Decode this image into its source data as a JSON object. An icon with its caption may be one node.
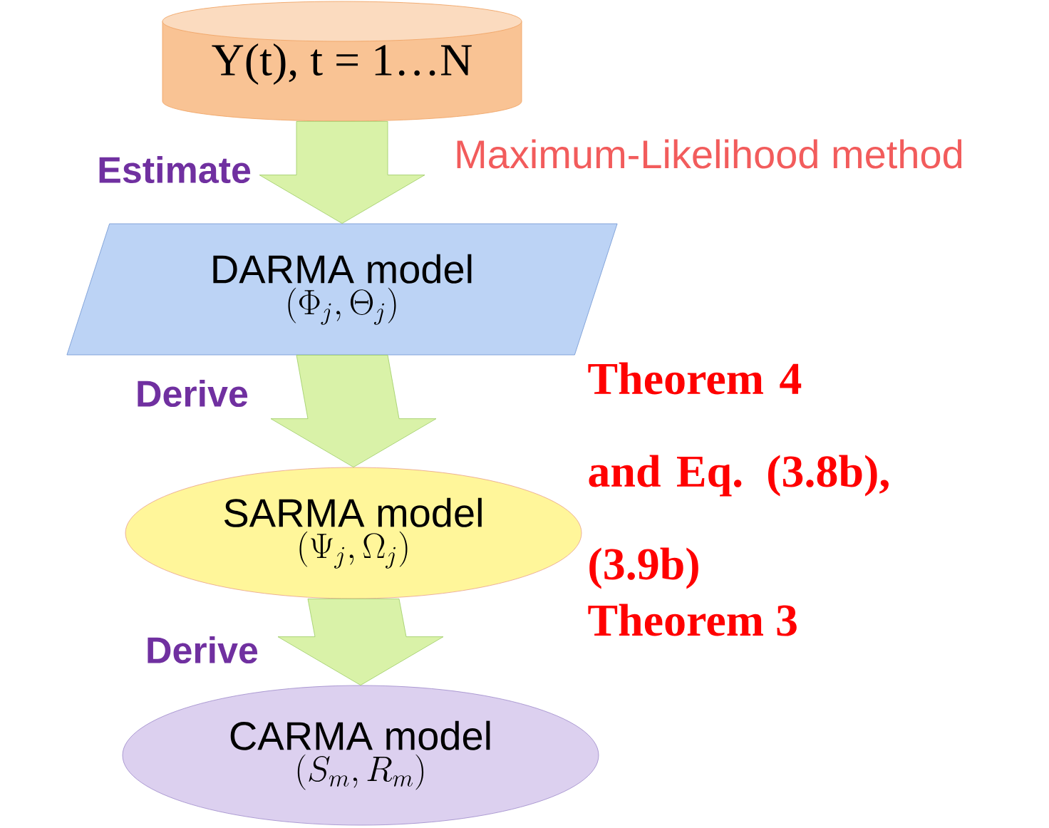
{
  "diagram": {
    "nodes": [
      {
        "text": [
          "Y(t), t = 1…N"
        ]
      },
      {
        "text": [
          "DARMA model",
          "(\\Phi_j, \\Theta_j)"
        ]
      },
      {
        "text": [
          "SARMA model",
          "(\\Psi_j, \\Omega_j)"
        ]
      },
      {
        "text": [
          "CARMA model",
          "(S_m, R_m)"
        ]
      }
    ],
    "edges": [
      {
        "from": 0,
        "to": 1,
        "arrow": "to",
        "label": "Estimate"
      },
      {
        "from": 1,
        "to": 2,
        "arrow": "to",
        "label": "Derive"
      },
      {
        "from": 2,
        "to": 3,
        "arrow": "to",
        "label": "Derive"
      }
    ],
    "labels": [
      "Maximum-Likelihood method",
      "Theorem 4 and Eq. (3.8b), (3.9b)",
      "Theorem 3"
    ]
  }
}
